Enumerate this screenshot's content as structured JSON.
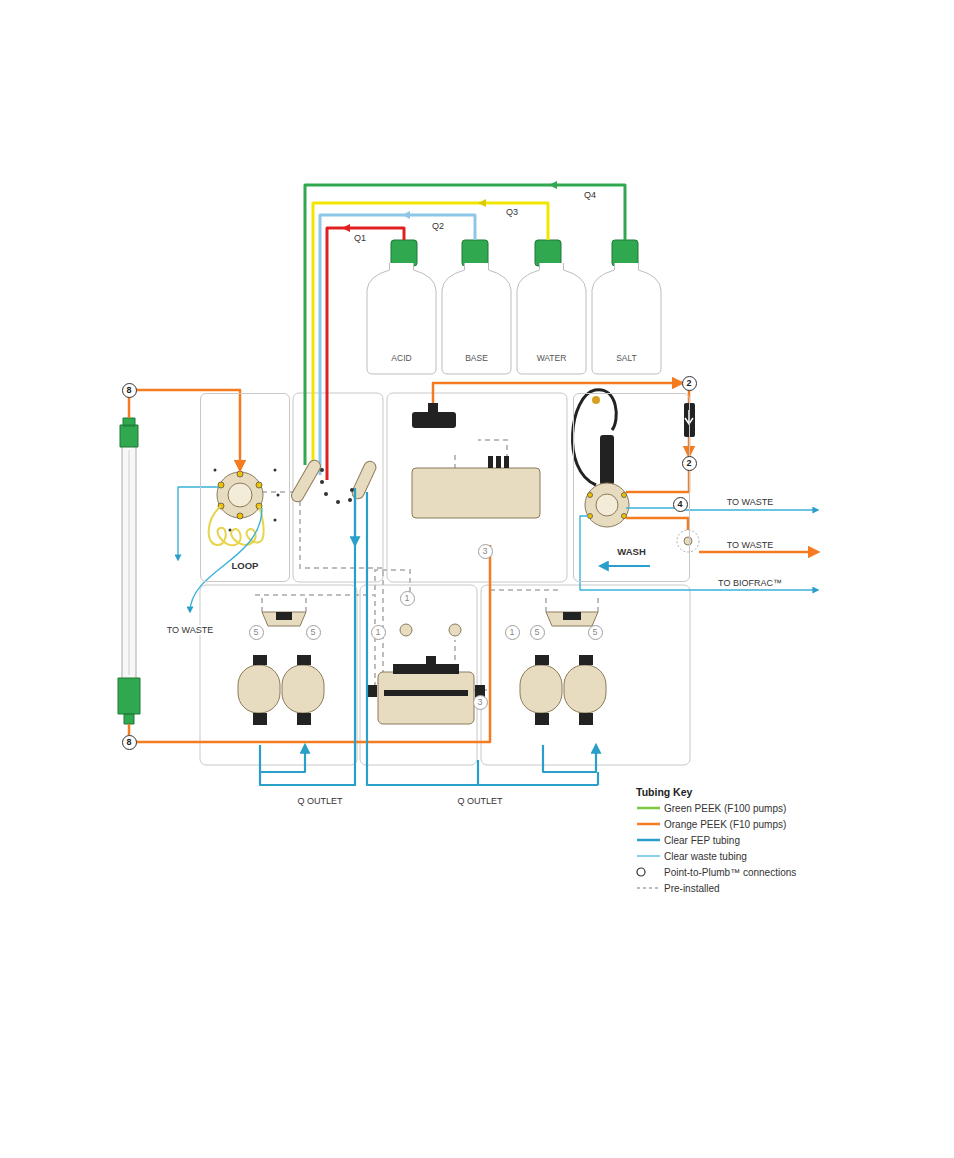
{
  "diagram": {
    "nodes": [
      {
        "text": [
          "ACID"
        ]
      },
      {
        "text": [
          "BASE"
        ]
      },
      {
        "text": [
          "WATER"
        ]
      },
      {
        "text": [
          "SALT"
        ]
      },
      {
        "text": [
          "LOOP"
        ]
      },
      {
        "text": [
          "WASH"
        ]
      }
    ],
    "labels": [
      "Q1",
      "Q2",
      "Q3",
      "Q4",
      "8",
      "8",
      "2",
      "2",
      "4",
      "3",
      "3",
      "1",
      "1",
      "1",
      "5",
      "5",
      "5",
      "5",
      "TO WASTE",
      "TO WASTE",
      "TO BIOFRAC™",
      "TO WASTE",
      "Q OUTLET",
      "Q OUTLET",
      "Tubing Key"
    ],
    "legend": [
      {
        "text": "Green PEEK (F100 pumps)"
      },
      {
        "text": "Orange PEEK (F10 pumps)"
      },
      {
        "text": "Clear FEP tubing"
      },
      {
        "text": "Clear waste tubing"
      },
      {
        "text": "Point-to-Plumb™ connections"
      },
      {
        "text": "Pre-installed"
      }
    ]
  }
}
